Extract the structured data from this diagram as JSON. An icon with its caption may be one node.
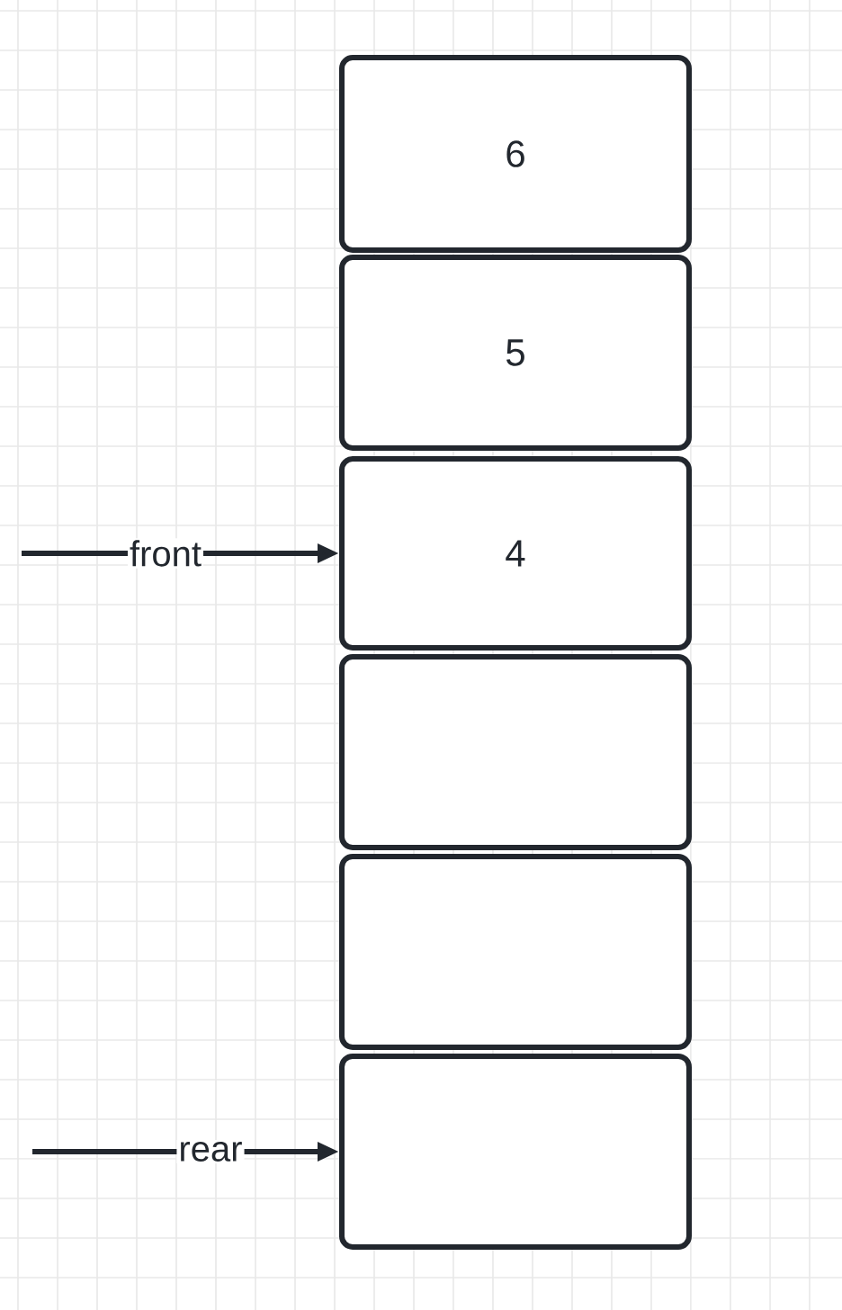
{
  "diagram": {
    "nodes": [
      {
        "text": [
          "6"
        ]
      },
      {
        "text": [
          "5"
        ]
      },
      {
        "text": [
          "4"
        ]
      },
      {
        "text": [],
        "shape": "box"
      },
      {
        "text": [],
        "shape": "box"
      },
      {
        "text": [],
        "shape": "box"
      }
    ],
    "edges": [
      {
        "from": null,
        "to": 2,
        "arrow": "to",
        "label": "front"
      },
      {
        "from": null,
        "to": 5,
        "arrow": "to",
        "label": "rear"
      }
    ]
  }
}
